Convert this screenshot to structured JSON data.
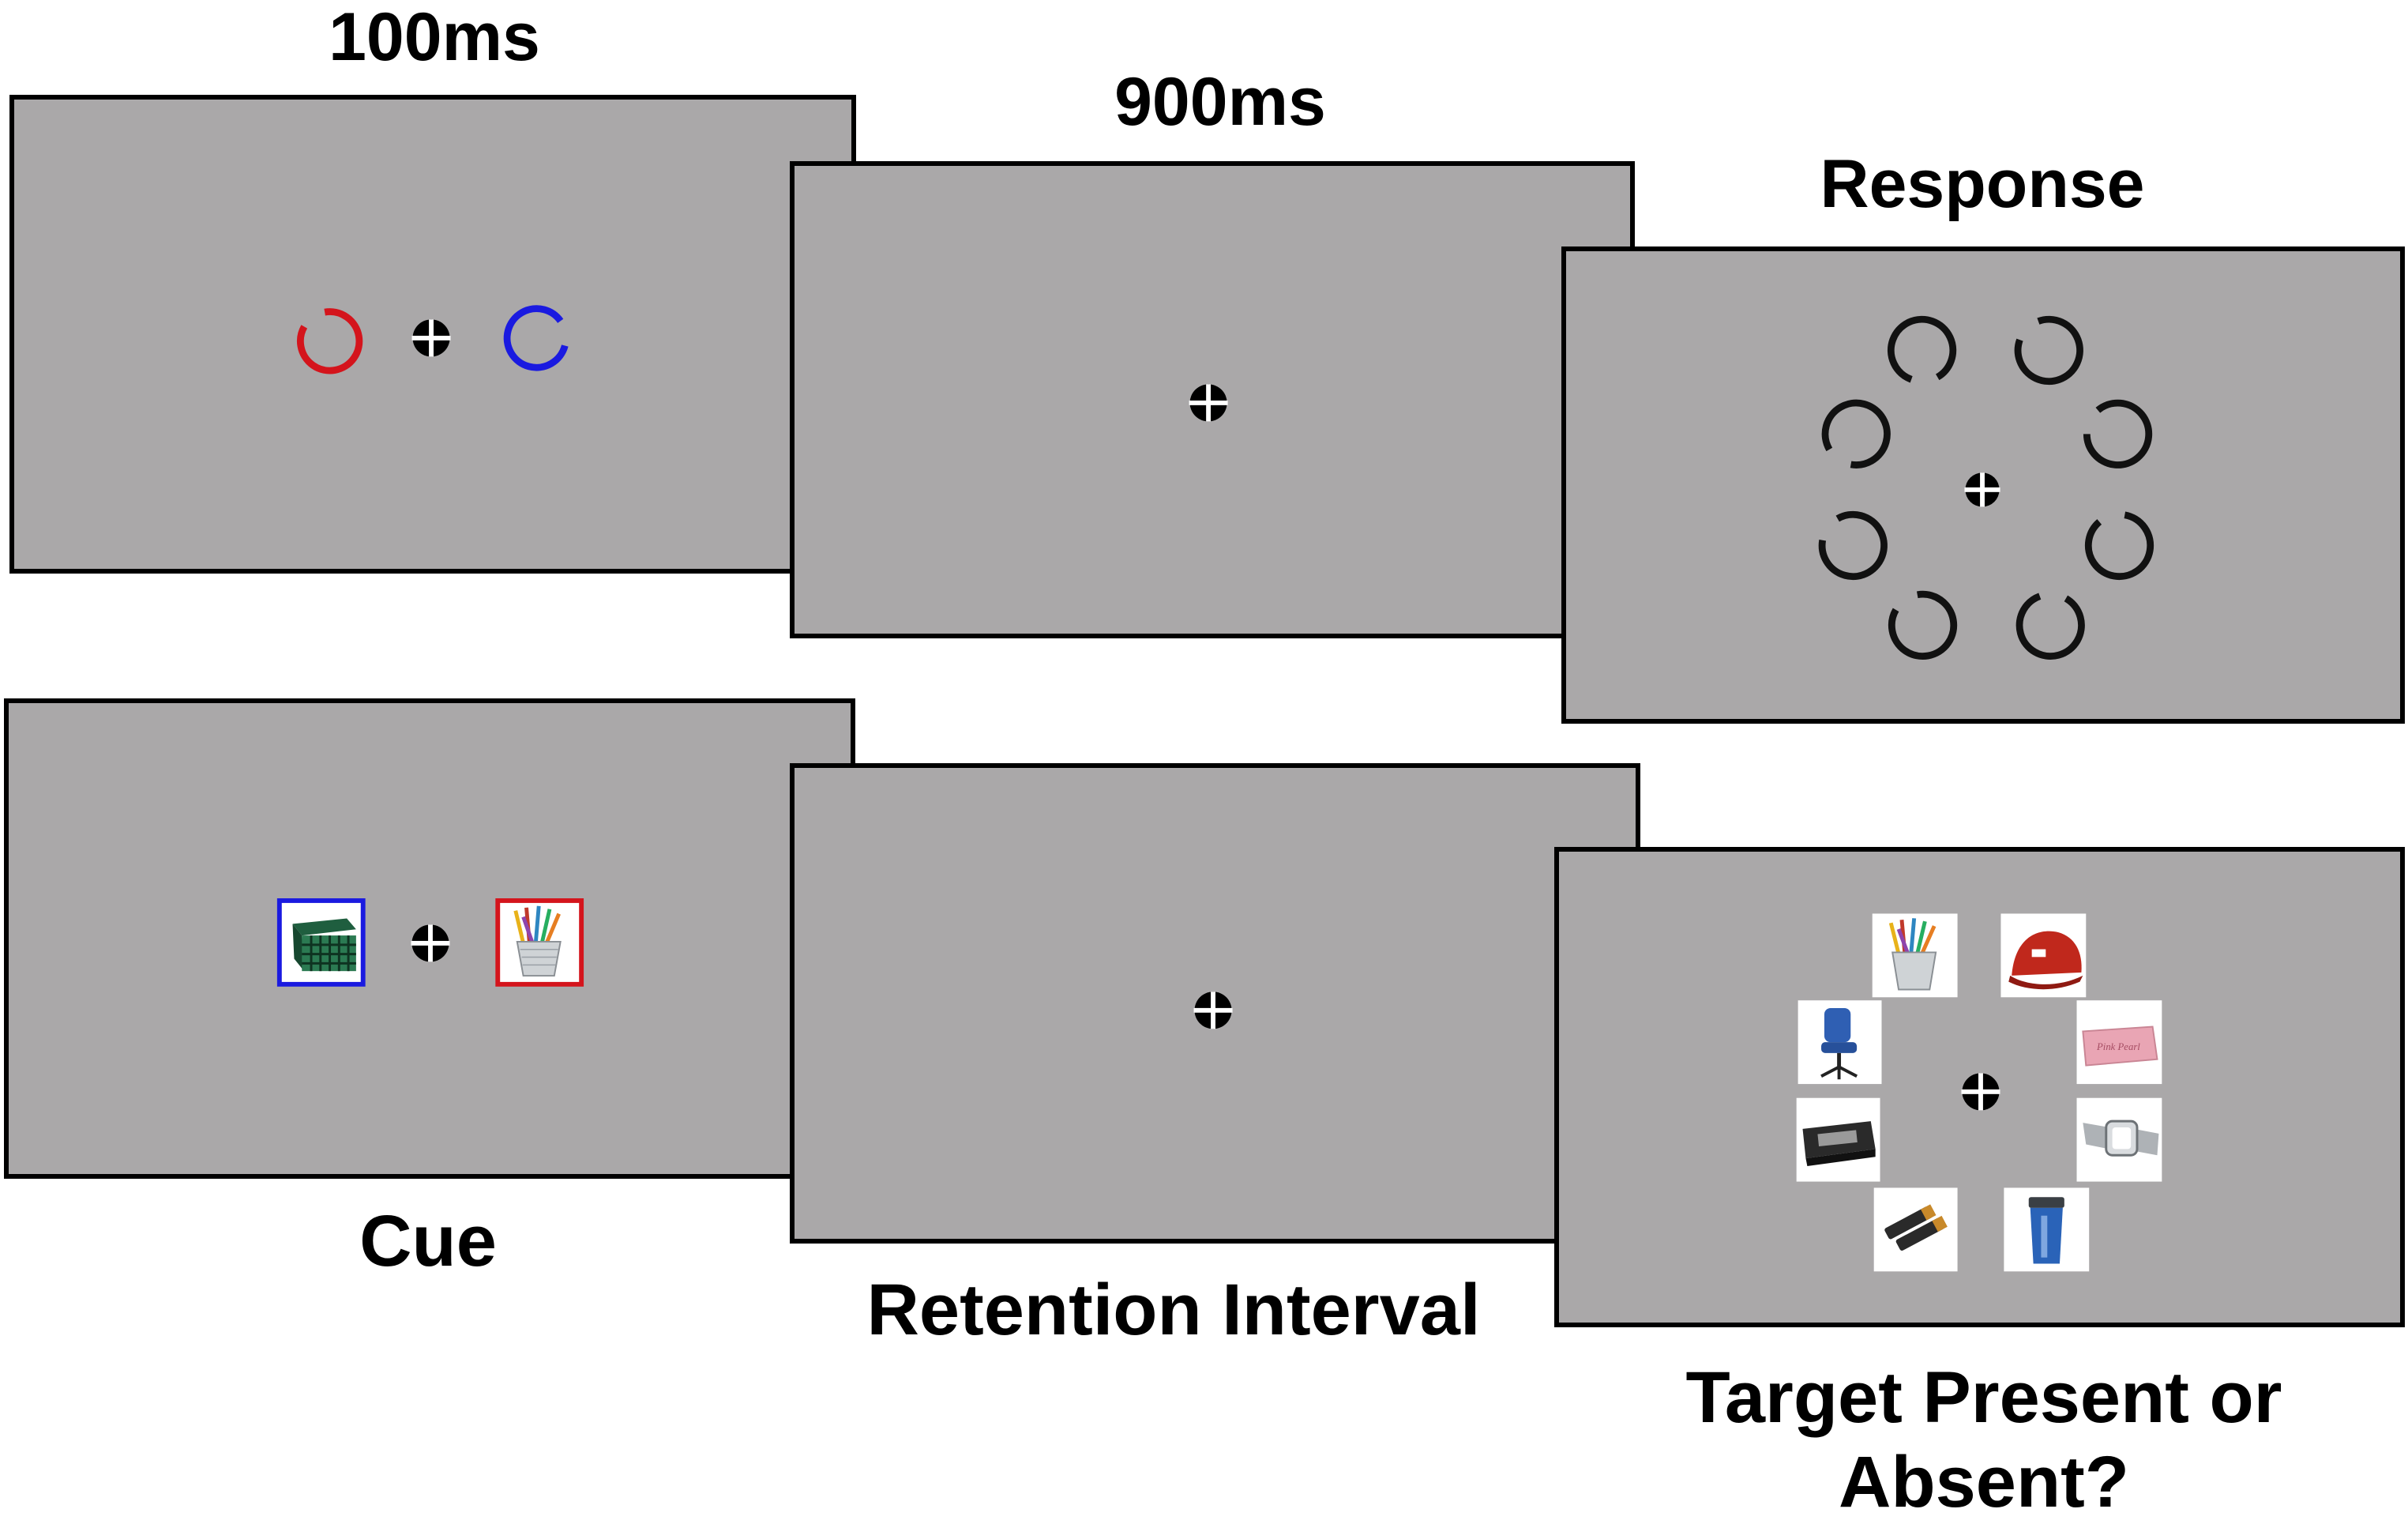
{
  "labels": {
    "top_left": "100ms",
    "top_middle": "900ms",
    "top_right": "Response",
    "bottom_left": "Cue",
    "bottom_middle": "Retention Interval",
    "bottom_right_line1": "Target Present or",
    "bottom_right_line2": "Absent?"
  },
  "colors": {
    "panel_background": "#aaa8a9",
    "border": "#000000",
    "red_item": "#d4141c",
    "blue_item": "#1a1ae0"
  },
  "icons": {
    "fixation": "fixation-cross-icon",
    "landolt_c": "landolt-c-ring-icon",
    "crate": "crate-icon",
    "pencil_cup": "pencil-cup-icon",
    "cap": "red-cap-icon",
    "office_chair": "office-chair-icon",
    "eraser": "pink-eraser-icon",
    "stapler": "box-icon",
    "watch": "wristwatch-icon",
    "batteries": "batteries-icon",
    "travel_mug": "travel-mug-icon"
  }
}
